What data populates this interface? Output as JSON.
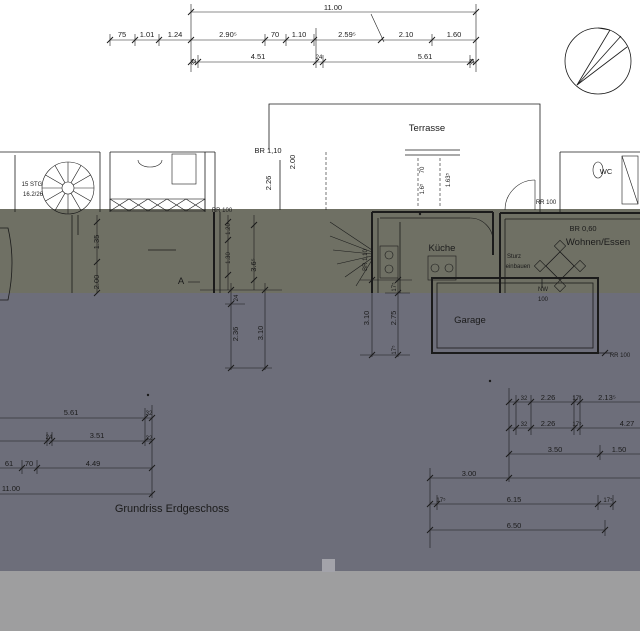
{
  "drawing": {
    "title": "Grundriss Erdgeschoss"
  },
  "rooms": {
    "terrace": "Terrasse",
    "kitchen": "Küche",
    "living": "Wohnen/Essen",
    "garage": "Garage",
    "wc": "WC"
  },
  "annotations": {
    "stair_steps": "15 STG",
    "stair_ratio": "16.2/26",
    "opening_terrace": "BR 1,10",
    "sill_left": "RR 100",
    "sill_terrace_door": "RR 100",
    "opening_kitchen": "BR 1,10",
    "opening_living": "BR 0,60",
    "lintel": [
      "Sturz",
      "einbauen"
    ],
    "garage_nw": "NW",
    "garage_nw_value": "100",
    "sill_garage": "RR 100",
    "section_marker": "A"
  },
  "dimensions": {
    "top_total": "11.00",
    "top_chain": [
      "75",
      "1.01",
      "1.24",
      "2.90⁵",
      "70",
      "1.10",
      "2.59⁵",
      "2.10",
      "1.60"
    ],
    "top_chain_2": [
      "32",
      "4.51",
      "24",
      "5.61",
      "32"
    ],
    "upper_vertical": [
      "2.26",
      "2.00",
      "70",
      "1.6⁵",
      "1.63⁵"
    ],
    "left_vertical": [
      "1.35",
      "2.00",
      "1.20",
      "1.30",
      "3.6⁵"
    ],
    "mid_vertical": [
      "24",
      "2.36",
      "3.10"
    ],
    "garage_vertical": [
      "17⁵",
      "3.10",
      "2.75",
      "17⁵"
    ],
    "bottom_left": {
      "row1": [
        "5.61",
        "32"
      ],
      "row2": [
        "24",
        "3.51",
        "32"
      ],
      "row3": [
        "61",
        "70",
        "4.49"
      ],
      "total": "11.00"
    },
    "bottom_right": {
      "row1": [
        "32",
        "2.26",
        "17⁵",
        "2.13⁵"
      ],
      "row2": [
        "32",
        "2.26",
        "17⁵",
        "4.27"
      ],
      "row3": [
        "3.50",
        "1.50"
      ],
      "row4": [
        "3.00"
      ],
      "row5": [
        "17⁵",
        "6.15",
        "17⁵"
      ],
      "total": "6.50"
    }
  },
  "colors": {
    "paper": "#ffffff",
    "ink": "#1b1b1b",
    "band_upper": "#6f7064",
    "band_middle": "#6d6e7a",
    "band_lower": "#9e9e9f",
    "artifact": "#a3a3aa"
  }
}
